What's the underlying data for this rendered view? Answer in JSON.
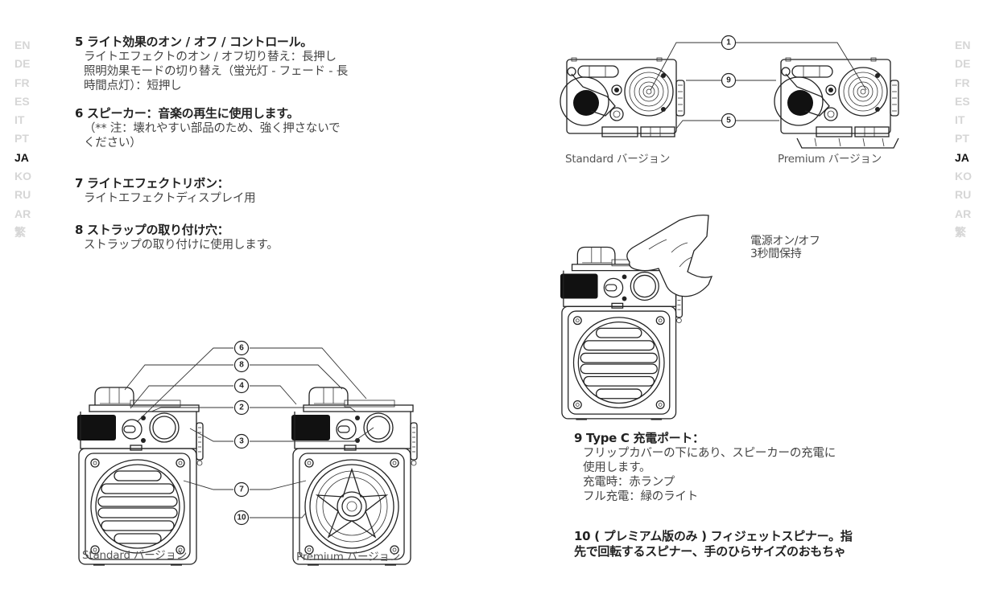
{
  "language_nav": {
    "items": [
      "EN",
      "DE",
      "FR",
      "ES",
      "IT",
      "PT",
      "JA",
      "KO",
      "RU",
      "AR",
      "繁"
    ],
    "active": "JA"
  },
  "sections": {
    "s5": {
      "title": "5 ライト効果のオン / オフ / コントロール。",
      "lines": [
        "ライトエフェクトのオン / オフ切り替え：長押し",
        "照明効果モードの切り替え（蛍光灯 - フェード - 長",
        "時間点灯）：短押し"
      ]
    },
    "s6": {
      "title": "6 スピーカー：音楽の再生に使用します。",
      "lines": [
        "（** 注：壊れやすい部品のため、強く押さないで",
        "ください）"
      ]
    },
    "s7": {
      "title": "7 ライトエフェクトリボン：",
      "lines": [
        "ライトエフェクトディスプレイ用"
      ]
    },
    "s8": {
      "title": "8 ストラップの取り付け穴：",
      "lines": [
        "ストラップの取り付けに使用します。"
      ]
    },
    "s9": {
      "title": "9 Type C 充電ポート：",
      "lines": [
        "フリップカバーの下にあり、スピーカーの充電に",
        "使用します。",
        "充電時：赤ランプ",
        "フル充電：緑のライト"
      ]
    },
    "s10": {
      "title_lines": [
        "10 ( プレミアム版のみ ) フィジェットスピナー。指",
        "先で回転するスピナー、手のひらサイズのおもちゃ"
      ]
    }
  },
  "diagrams": {
    "front": {
      "callouts": [
        "6",
        "8",
        "4",
        "2",
        "3",
        "7",
        "10"
      ],
      "caption_standard": "Standard バージョン",
      "caption_premium": "Premium バージョン"
    },
    "top": {
      "callouts": [
        "1",
        "9",
        "5"
      ],
      "caption_standard": "Standard バージョン",
      "caption_premium": "Premium バージョン"
    },
    "power": {
      "label_lines": [
        "電源オン/オフ",
        "3秒間保持"
      ]
    }
  }
}
